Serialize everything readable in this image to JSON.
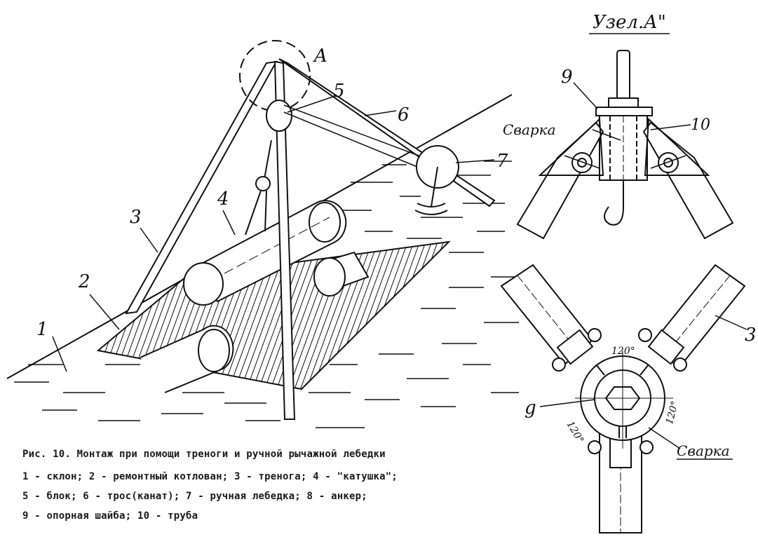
{
  "labels": {
    "detail_A": "A",
    "n1": "1",
    "n2": "2",
    "n3": "3",
    "n4": "4",
    "n5": "5",
    "n6": "6",
    "n7": "7",
    "node_title": "Узел.А\"",
    "node_9": "9",
    "node_10": "10",
    "welding_top": "Сварка",
    "angle_a": "120°",
    "angle_b": "120°",
    "angle_c": "120°",
    "bottom_9": "g",
    "bottom_3": "3",
    "welding_bottom": "Сварка"
  },
  "caption": {
    "title": "Рис. 10. Монтаж при помощи треноги и ручной рычажной лебедки",
    "line1": "1 - склон; 2 - ремонтный котлован; 3 - тренога; 4 - \"катушка\";",
    "line2": "5 - блок; 6 - трос(канат); 7 - ручная лебедка; 8 - анкер;",
    "line3": "9 - опорная шайба; 10 - труба"
  }
}
